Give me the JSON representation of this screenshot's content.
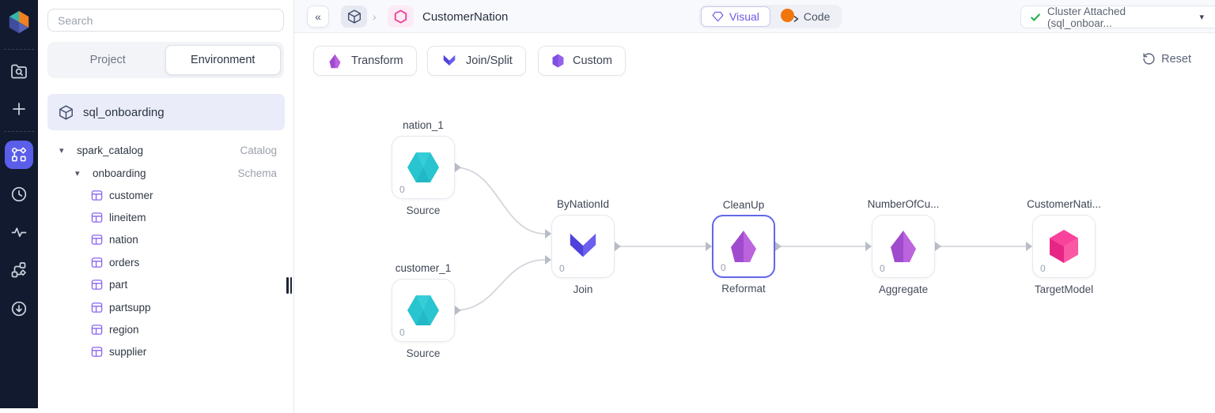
{
  "rail": {
    "icons": [
      "prophecy-logo",
      "folder-search",
      "plus",
      "pipelines",
      "clock",
      "activity-pulse",
      "lineage",
      "history-download"
    ],
    "selected_icon": "pipelines",
    "glyphs": {
      "caret_down": "▾",
      "collapse": "«",
      "breadcrumb_sep": "›"
    }
  },
  "sidebar": {
    "search_placeholder": "Search",
    "tabs": [
      {
        "label": "Project",
        "active": false
      },
      {
        "label": "Environment",
        "active": true
      }
    ],
    "environment_item": "sql_onboarding",
    "tree": {
      "catalog": {
        "name": "spark_catalog",
        "type": "Catalog"
      },
      "schema": {
        "name": "onboarding",
        "type": "Schema"
      },
      "tables": [
        "customer",
        "lineitem",
        "nation",
        "orders",
        "part",
        "partsupp",
        "region",
        "supplier"
      ]
    }
  },
  "header": {
    "title": "CustomerNation",
    "visual_label": "Visual",
    "code_label": "Code",
    "cluster_label": "Cluster Attached (sql_onboar..."
  },
  "toolbar": {
    "transform_label": "Transform",
    "joinsplit_label": "Join/Split",
    "custom_label": "Custom",
    "reset_label": "Reset"
  },
  "canvas": {
    "nodes": [
      {
        "name": "nation_1",
        "type": "Source",
        "count": "0",
        "icon": "hexagon-teal",
        "selected": false
      },
      {
        "name": "customer_1",
        "type": "Source",
        "count": "0",
        "icon": "hexagon-teal",
        "selected": false
      },
      {
        "name": "ByNationId",
        "type": "Join",
        "count": "0",
        "icon": "chevron-indigo",
        "selected": false
      },
      {
        "name": "CleanUp",
        "type": "Reformat",
        "count": "0",
        "icon": "gem-purple",
        "selected": true
      },
      {
        "name": "NumberOfCu...",
        "type": "Aggregate",
        "count": "0",
        "icon": "gem-purple",
        "selected": false
      },
      {
        "name": "CustomerNati...",
        "type": "TargetModel",
        "count": "0",
        "icon": "cube-pink",
        "selected": false
      }
    ],
    "edges": [
      {
        "from": "nation_1",
        "to": "ByNationId"
      },
      {
        "from": "customer_1",
        "to": "ByNationId"
      },
      {
        "from": "ByNationId",
        "to": "CleanUp"
      },
      {
        "from": "CleanUp",
        "to": "NumberOfCu..."
      },
      {
        "from": "NumberOfCu...",
        "to": "CustomerNati..."
      }
    ]
  },
  "colors": {
    "rail_bg": "#111a2e",
    "accent_purple": "#5a5ee9",
    "selection_border": "#6467e9",
    "teal_source": "#28c4cf",
    "indigo_join": "#5a4fe3",
    "purple_gem": "#b159d8",
    "pink_target": "#f8429b",
    "orange_code": "#f2750e",
    "green_check": "#27ae4e"
  }
}
